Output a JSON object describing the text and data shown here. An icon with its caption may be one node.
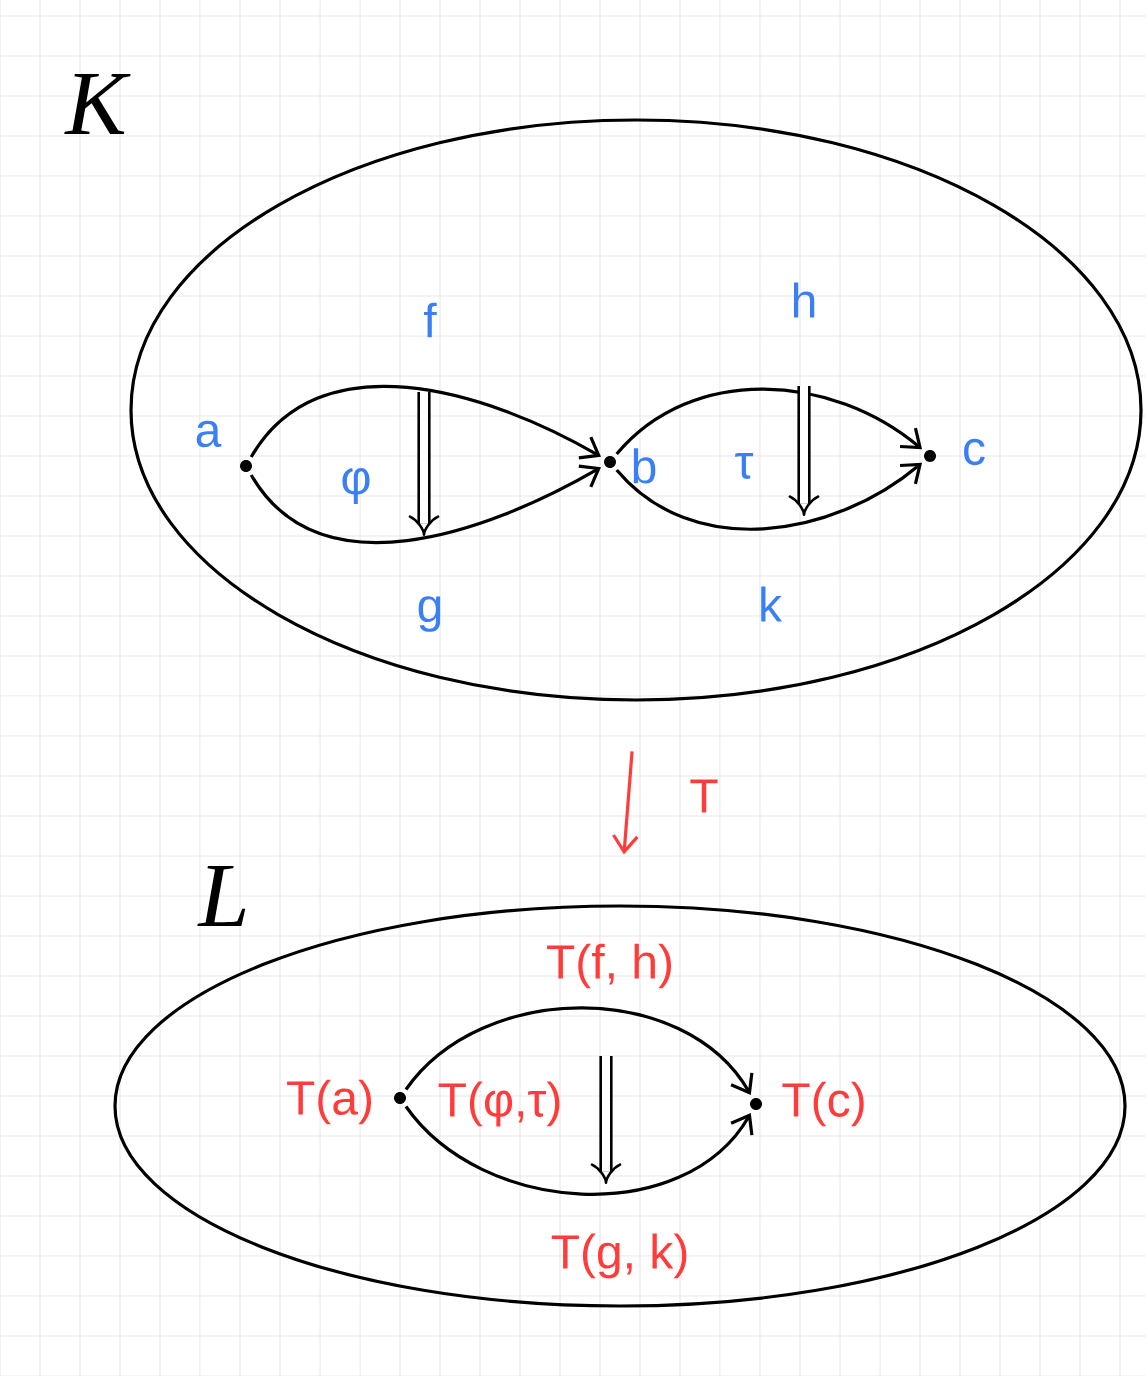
{
  "diagram": {
    "nodes": [
      {
        "text": [
          "K"
        ]
      },
      {
        "text": [
          "a"
        ],
        "in": 0
      },
      {
        "text": [
          "b"
        ],
        "in": 0
      },
      {
        "text": [
          "c"
        ],
        "in": 0
      },
      {
        "text": [
          "L"
        ]
      },
      {
        "text": [
          "T(a)"
        ],
        "in": 4
      },
      {
        "text": [
          "T(c)"
        ],
        "in": 4
      }
    ],
    "edges": [
      {
        "from": 1,
        "to": 2,
        "arrow": "to",
        "label": "f"
      },
      {
        "from": 1,
        "to": 2,
        "arrow": "to",
        "label": "g"
      },
      {
        "from": 2,
        "to": 3,
        "arrow": "to",
        "label": "h"
      },
      {
        "from": 2,
        "to": 3,
        "arrow": "to",
        "label": "k"
      },
      {
        "from": 0,
        "to": 4,
        "arrow": "to",
        "label": "T",
        "color": "#ff3b3b"
      },
      {
        "from": 5,
        "to": 6,
        "arrow": "to",
        "label": "T(f, h)"
      },
      {
        "from": 5,
        "to": 6,
        "arrow": "to",
        "label": "T(g, k)"
      }
    ],
    "labels": [
      "φ",
      "τ",
      "T(φ,τ)"
    ]
  }
}
